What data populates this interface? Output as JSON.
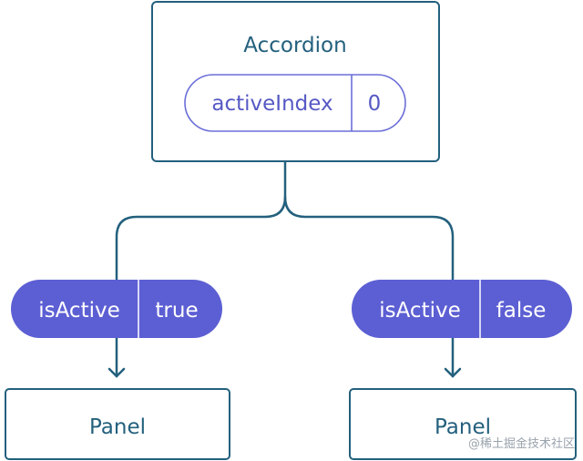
{
  "colors": {
    "node_border": "#23607d",
    "node_text": "#23607d",
    "connector": "#23607d",
    "state_pill_border": "#6b6fd8",
    "state_pill_text": "#5659c4",
    "prop_pill_fill": "#5c5fd3",
    "prop_pill_text": "#ffffff",
    "watermark_text": "#9aa3ad"
  },
  "parent": {
    "title": "Accordion",
    "state": {
      "name": "activeIndex",
      "value": "0"
    }
  },
  "children": [
    {
      "title": "Panel",
      "prop": {
        "name": "isActive",
        "value": "true"
      }
    },
    {
      "title": "Panel",
      "prop": {
        "name": "isActive",
        "value": "false"
      }
    }
  ],
  "watermark": "@稀土掘金技术社区"
}
